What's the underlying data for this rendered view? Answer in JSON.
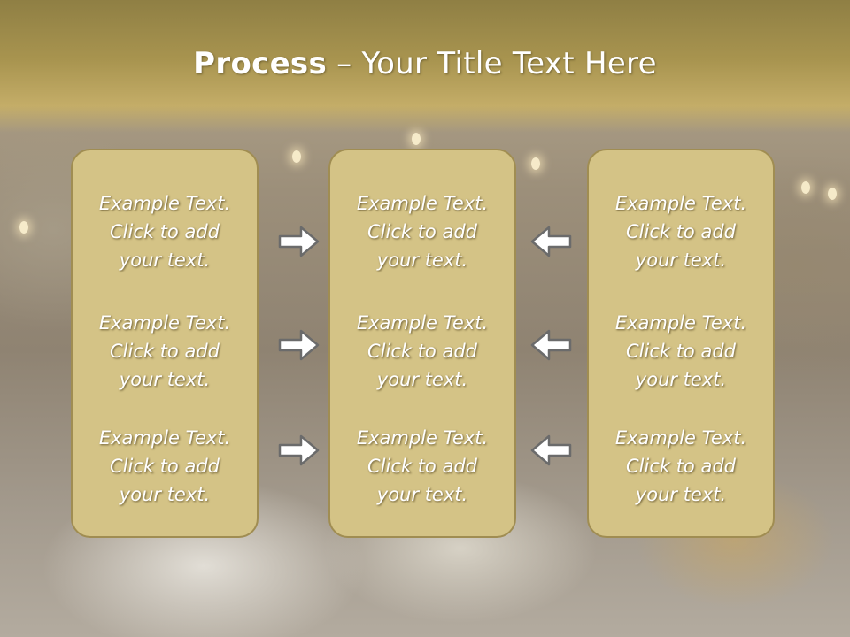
{
  "slide": {
    "title_bold": "Process",
    "title_rest": " – Your Title Text Here"
  },
  "columns": [
    {
      "items": [
        {
          "line1": "Example Text.",
          "line2": "Click  to add",
          "line3": "your text."
        },
        {
          "line1": "Example Text.",
          "line2": "Click  to add",
          "line3": "your text."
        },
        {
          "line1": "Example Text.",
          "line2": "Click  to add",
          "line3": "your text."
        }
      ]
    },
    {
      "items": [
        {
          "line1": "Example Text.",
          "line2": "Click  to add",
          "line3": "your text."
        },
        {
          "line1": "Example Text.",
          "line2": "Click  to add",
          "line3": "your text."
        },
        {
          "line1": "Example Text.",
          "line2": "Click  to add",
          "line3": "your text."
        }
      ]
    },
    {
      "items": [
        {
          "line1": "Example Text.",
          "line2": "Click  to add",
          "line3": "your text."
        },
        {
          "line1": "Example Text.",
          "line2": "Click  to add",
          "line3": "your text."
        },
        {
          "line1": "Example Text.",
          "line2": "Click  to add",
          "line3": "your text."
        }
      ]
    }
  ],
  "arrows": {
    "left_group": "arrow-right-icon",
    "right_group": "arrow-left-icon"
  },
  "colors": {
    "box_fill": "#d4c386",
    "box_border": "#a08d52",
    "header": "#a8944f",
    "arrow_stroke": "#6b6b6b"
  }
}
